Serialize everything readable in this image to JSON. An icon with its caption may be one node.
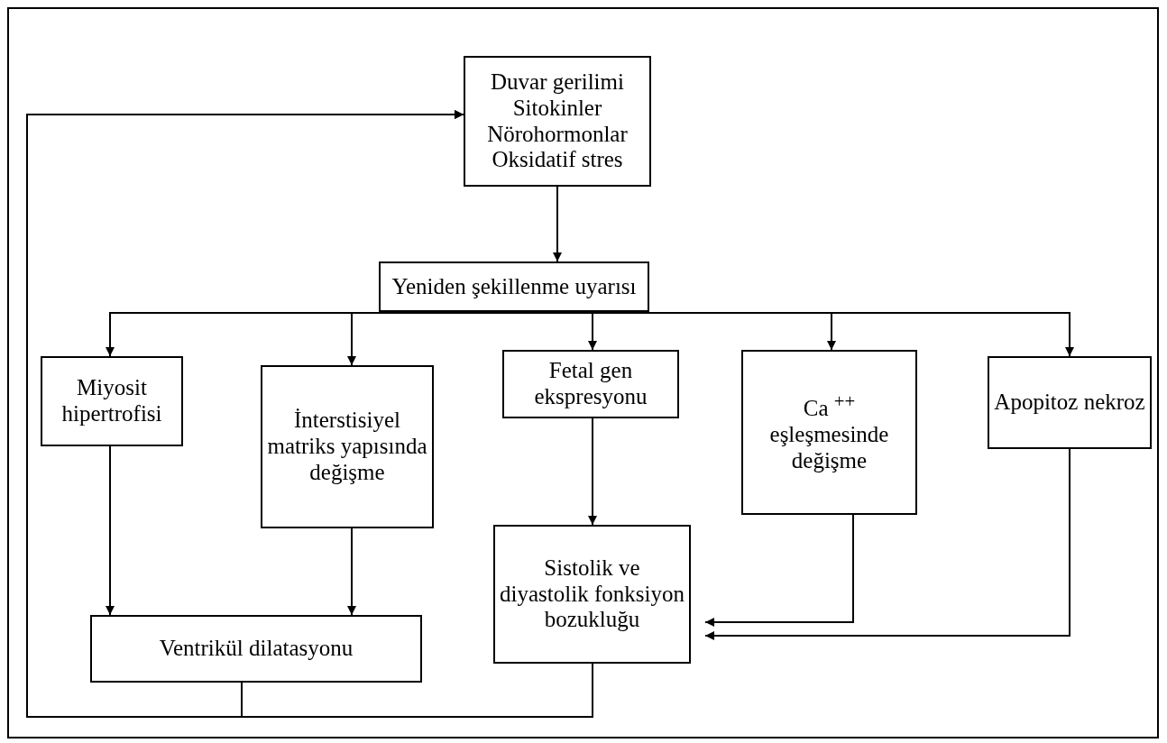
{
  "diagram": {
    "nodes": [
      {
        "text": [
          "Duvar gerilimi",
          "Sitokinler",
          "Nörohormonlar",
          "Oksidatif stres"
        ]
      },
      {
        "text": [
          "Yeniden şekillenme uyarısı"
        ]
      },
      {
        "text": [
          "Miyosit hipertrofisi"
        ]
      },
      {
        "text": [
          "İnterstisiyel matriks yapısında değişme"
        ]
      },
      {
        "text": [
          "Fetal gen ekspresyonu"
        ]
      },
      {
        "text": [
          "Ca $^{++}$ eşleşmesinde değişme"
        ]
      },
      {
        "text": [
          "Apopitoz nekroz"
        ]
      },
      {
        "text": [
          "Ventrikül dilatasyonu"
        ]
      },
      {
        "text": [
          "Sistolik ve diyastolik fonksiyon bozukluğu"
        ]
      }
    ],
    "edges": [
      {
        "from": 0,
        "to": 1,
        "arrow": "to"
      },
      {
        "from": 1,
        "to": 2,
        "arrow": "to"
      },
      {
        "from": 1,
        "to": 3,
        "arrow": "to"
      },
      {
        "from": 1,
        "to": 4,
        "arrow": "to"
      },
      {
        "from": 1,
        "to": 5,
        "arrow": "to"
      },
      {
        "from": 1,
        "to": 6,
        "arrow": "to"
      },
      {
        "from": 2,
        "to": 7,
        "arrow": "to"
      },
      {
        "from": 3,
        "to": 7,
        "arrow": "to"
      },
      {
        "from": 4,
        "to": 8,
        "arrow": "to"
      },
      {
        "from": 5,
        "to": 8,
        "arrow": "to"
      },
      {
        "from": 6,
        "to": 8,
        "arrow": "to"
      },
      {
        "from": 7,
        "to": 0,
        "arrow": "to"
      },
      {
        "from": 8,
        "to": 0,
        "arrow": "to"
      }
    ]
  }
}
